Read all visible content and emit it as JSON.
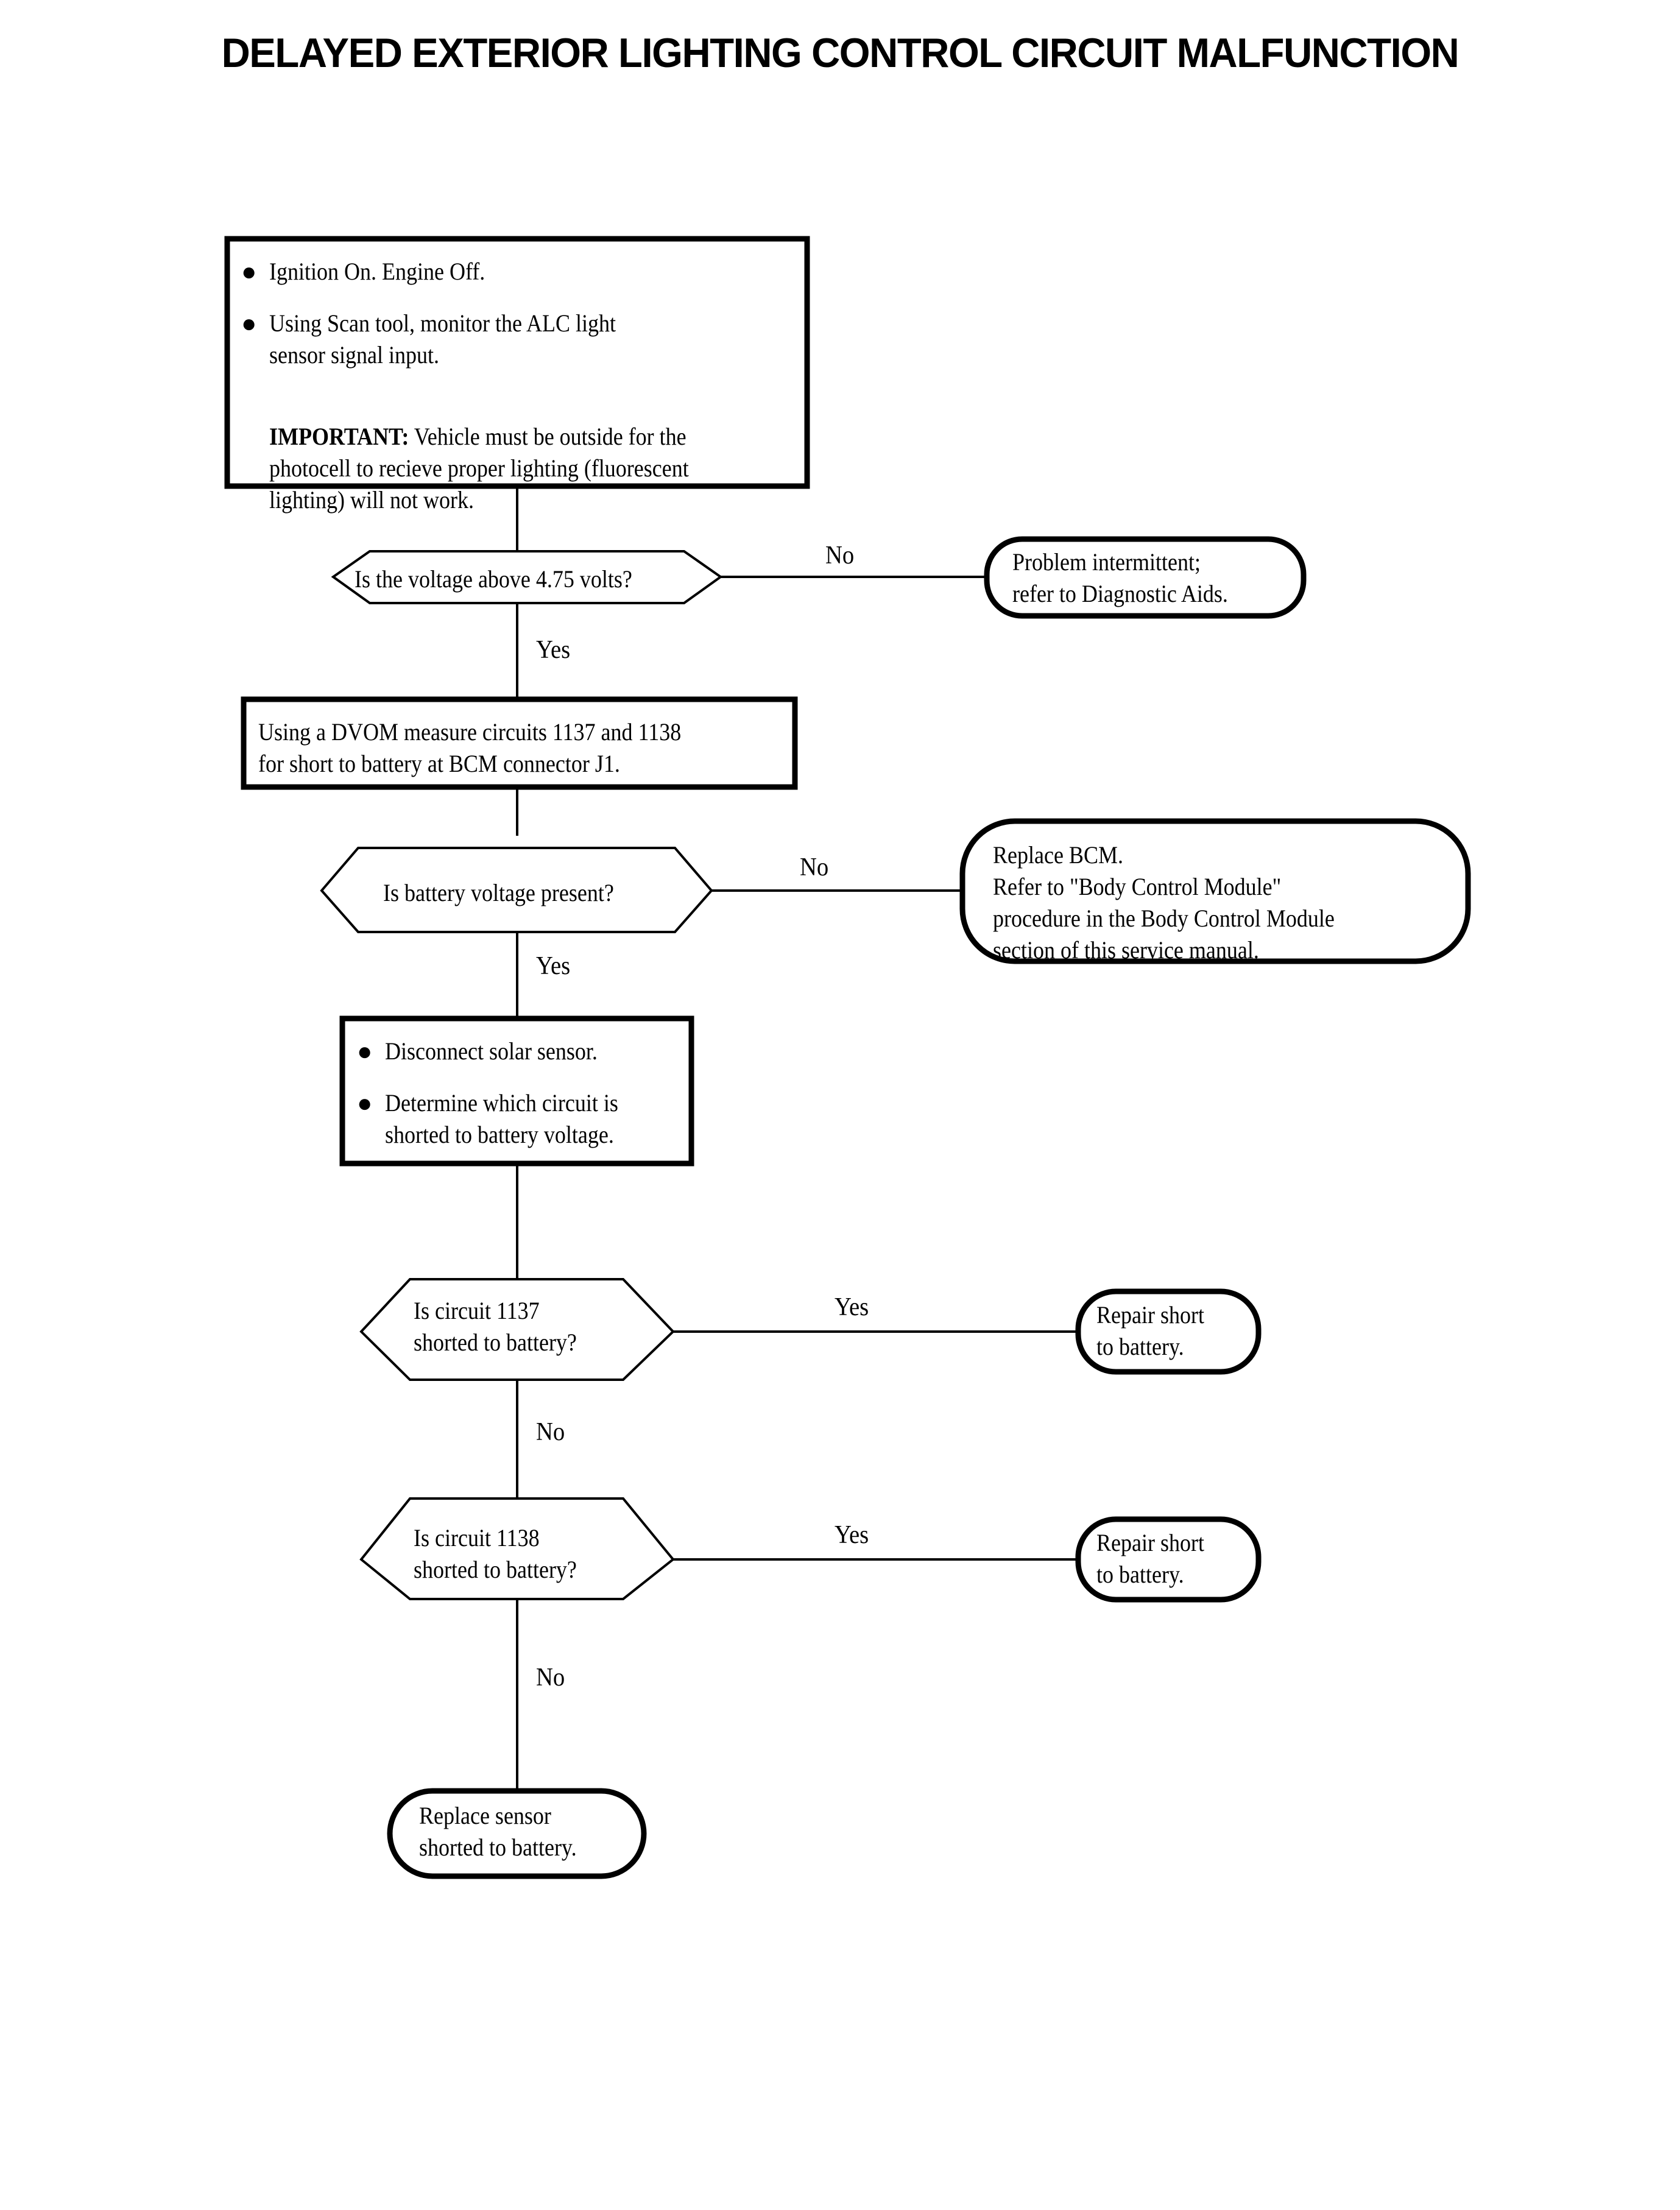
{
  "title": "DELAYED EXTERIOR LIGHTING CONTROL CIRCUIT MALFUNCTION",
  "chart_data": {
    "type": "diagram",
    "diagram_kind": "flowchart",
    "title": "DELAYED EXTERIOR LIGHTING CONTROL CIRCUIT MALFUNCTION",
    "orientation": "top-to-bottom",
    "node_count": 11,
    "nodes": [
      {
        "id": "step1",
        "shape": "process",
        "text": "Ignition On.  Engine Off. / Using Scan tool, monitor the ALC light sensor signal input. / IMPORTANT: Vehicle must be outside for the photocell to recieve proper lighting (fluorescent lighting) will not work."
      },
      {
        "id": "dec1",
        "shape": "decision",
        "text": "Is the voltage above 4.75 volts?"
      },
      {
        "id": "term1",
        "shape": "terminator",
        "text": "Problem intermittent; refer to Diagnostic Aids."
      },
      {
        "id": "step2",
        "shape": "process",
        "text": "Using a DVOM measure circuits 1137 and 1138 for short to battery at BCM connector J1."
      },
      {
        "id": "dec2",
        "shape": "decision",
        "text": "Is battery voltage present?"
      },
      {
        "id": "term2",
        "shape": "terminator",
        "text": "Replace BCM. Refer to \"Body Control Module\" procedure in the Body Control Module section of this service manual."
      },
      {
        "id": "step3",
        "shape": "process",
        "text": "Disconnect solar sensor. / Determine which circuit is shorted to battery voltage."
      },
      {
        "id": "dec3",
        "shape": "decision",
        "text": "Is circuit 1137 shorted to battery?"
      },
      {
        "id": "term3",
        "shape": "terminator",
        "text": "Repair short to battery."
      },
      {
        "id": "dec4",
        "shape": "decision",
        "text": "Is circuit 1138 shorted to battery?"
      },
      {
        "id": "term4",
        "shape": "terminator",
        "text": "Repair short to battery."
      },
      {
        "id": "term5",
        "shape": "terminator",
        "text": "Replace sensor shorted to battery."
      }
    ],
    "edges": [
      {
        "from": "step1",
        "to": "dec1",
        "label": ""
      },
      {
        "from": "dec1",
        "to": "term1",
        "label": "No"
      },
      {
        "from": "dec1",
        "to": "step2",
        "label": "Yes"
      },
      {
        "from": "step2",
        "to": "dec2",
        "label": ""
      },
      {
        "from": "dec2",
        "to": "term2",
        "label": "No"
      },
      {
        "from": "dec2",
        "to": "step3",
        "label": "Yes"
      },
      {
        "from": "step3",
        "to": "dec3",
        "label": ""
      },
      {
        "from": "dec3",
        "to": "term3",
        "label": "Yes"
      },
      {
        "from": "dec3",
        "to": "dec4",
        "label": "No"
      },
      {
        "from": "dec4",
        "to": "term4",
        "label": "Yes"
      },
      {
        "from": "dec4",
        "to": "term5",
        "label": "No"
      }
    ]
  },
  "step1": {
    "bullet1": "Ignition On.  Engine Off.",
    "bullet2": "Using Scan tool, monitor the ALC light\nsensor signal input.",
    "note_label": "IMPORTANT:",
    "note_text": " Vehicle must be outside for the\nphotocell to recieve proper lighting (fluorescent\nlighting) will not work."
  },
  "dec1": {
    "text": "Is the voltage above 4.75 volts?"
  },
  "term1": {
    "text": "Problem intermittent;\nrefer to Diagnostic Aids."
  },
  "step2": {
    "text": "Using a DVOM measure circuits 1137 and 1138\nfor short to battery at BCM connector J1."
  },
  "dec2": {
    "text": "Is battery voltage present?"
  },
  "term2": {
    "text": "Replace BCM.\nRefer to \"Body Control Module\"\nprocedure in the Body Control Module\nsection of this service manual."
  },
  "step3": {
    "bullet1": "Disconnect solar sensor.",
    "bullet2": "Determine which circuit is\nshorted to battery voltage."
  },
  "dec3": {
    "text": "Is circuit 1137\nshorted to battery?"
  },
  "term3": {
    "text": "Repair short\nto battery."
  },
  "dec4": {
    "text": "Is circuit 1138\nshorted to battery?"
  },
  "term4": {
    "text": "Repair short\nto battery."
  },
  "term5": {
    "text": "Replace sensor\nshorted to battery."
  },
  "labels": {
    "no1": "No",
    "yes1": "Yes",
    "no2": "No",
    "yes2": "Yes",
    "yes3": "Yes",
    "no3": "No",
    "yes4": "Yes",
    "no4": "No"
  },
  "bullet_glyph": "●",
  "colors": {
    "ink": "#000000",
    "paper": "#ffffff"
  }
}
